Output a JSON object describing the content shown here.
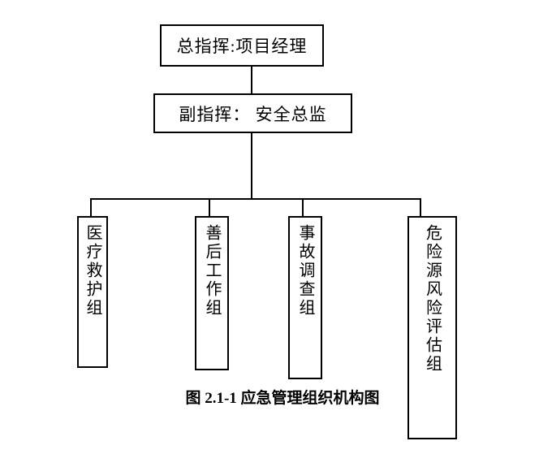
{
  "diagram": {
    "caption": "图 2.1-1 应急管理组织机构图",
    "commander": {
      "label": "总指挥:项目经理"
    },
    "deputy": {
      "label": "副指挥： 安全总监"
    },
    "groups": [
      {
        "label": "医疗救护组"
      },
      {
        "label": "善后工作组"
      },
      {
        "label": "事故调查组"
      },
      {
        "label": "危险源风险评估组"
      }
    ],
    "colors": {
      "line": "#000000",
      "background": "#ffffff",
      "text": "#000000"
    }
  }
}
